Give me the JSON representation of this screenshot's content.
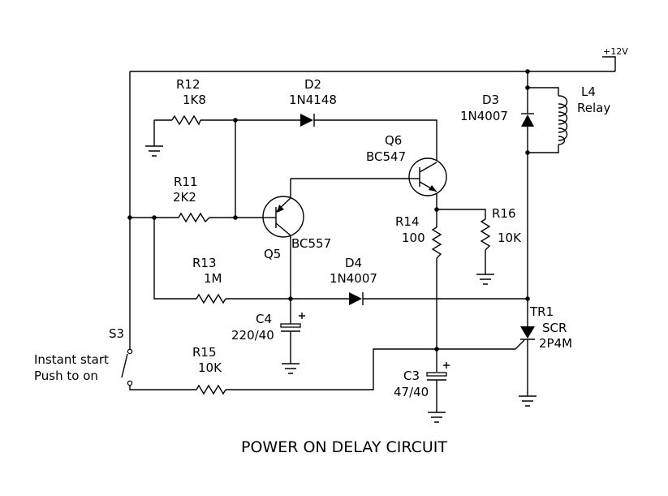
{
  "title": "POWER ON DELAY CIRCUIT",
  "supply": "+12V",
  "components": {
    "r12": {
      "ref": "R12",
      "value": "1K8"
    },
    "d2": {
      "ref": "D2",
      "value": "1N4148"
    },
    "q6": {
      "ref": "Q6",
      "value": "BC547"
    },
    "d3": {
      "ref": "D3",
      "value": "1N4007"
    },
    "l4": {
      "ref": "L4",
      "value": "Relay"
    },
    "r11": {
      "ref": "R11",
      "value": "2K2"
    },
    "q5": {
      "ref": "Q5",
      "value": "BC557"
    },
    "r14": {
      "ref": "R14",
      "value": "100"
    },
    "r16": {
      "ref": "R16",
      "value": "10K"
    },
    "r13": {
      "ref": "R13",
      "value": "1M"
    },
    "d4": {
      "ref": "D4",
      "value": "1N4007"
    },
    "c4": {
      "ref": "C4",
      "value": "220/40"
    },
    "tr1": {
      "ref": "TR1",
      "type": "SCR",
      "value": "2P4M"
    },
    "s3": {
      "ref": "S3",
      "note_line1": "Instant start",
      "note_line2": "Push to on"
    },
    "r15": {
      "ref": "R15",
      "value": "10K"
    },
    "c3": {
      "ref": "C3",
      "value": "47/40"
    }
  }
}
